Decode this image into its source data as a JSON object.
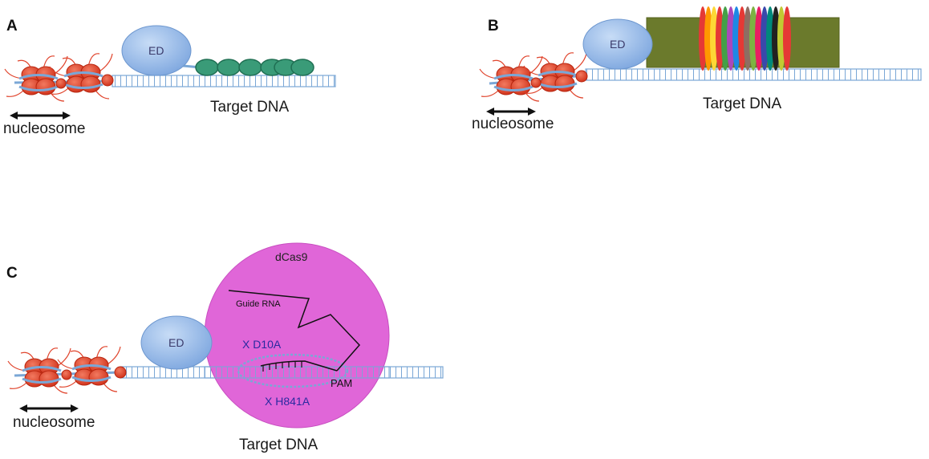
{
  "panels": {
    "a": {
      "letter": "A",
      "ed_label": "ED",
      "dna_label": "Target DNA",
      "nucleosome_label": "nucleosome"
    },
    "b": {
      "letter": "B",
      "ed_label": "ED",
      "dna_label": "Target DNA",
      "nucleosome_label": "nucleosome"
    },
    "c": {
      "letter": "C",
      "ed_label": "ED",
      "dna_label": "Target DNA",
      "nucleosome_label": "nucleosome",
      "dcas9_label": "dCas9",
      "guide_rna_label": "Guide RNA",
      "mutation_1": "X D10A",
      "mutation_2": "X H841A",
      "pam_label": "PAM"
    }
  },
  "colors": {
    "dna": "#7aa7d6",
    "ed_fill": "#8fb6e8",
    "nucleosome": "#e0442c",
    "zinc_finger": "#2e8b6a",
    "tale_box": "#6b7a2c",
    "dcas9": "#e066d8",
    "tale_repeats": [
      "#e53935",
      "#ff9800",
      "#fdd835",
      "#43a047",
      "#ab47bc",
      "#1e88e5",
      "#e53935",
      "#8d6e63",
      "#7cb342",
      "#e91e63",
      "#3949ab",
      "#00897b",
      "#212121",
      "#c0ca33",
      "#e53935"
    ]
  }
}
